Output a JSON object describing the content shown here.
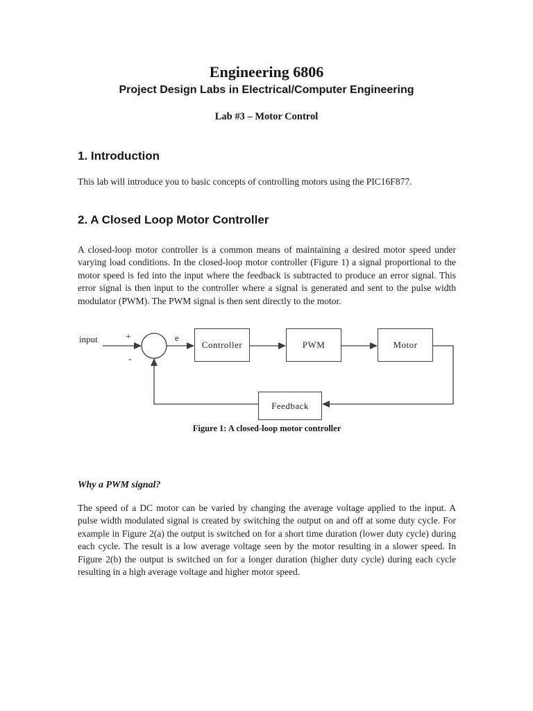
{
  "page": {
    "title": "Engineering 6806",
    "subtitle": "Project Design Labs in Electrical/Computer Engineering",
    "lab_title": "Lab #3 – Motor Control"
  },
  "sections": {
    "introduction": {
      "heading": "1. Introduction",
      "body": "This lab will introduce you to basic concepts of controlling motors using the PIC16F877."
    },
    "closed_loop": {
      "heading": "2. A Closed Loop Motor Controller",
      "body": "A closed-loop motor controller is a common means of maintaining a desired motor speed under varying load conditions. In the closed-loop motor controller (Figure 1) a signal proportional to the motor speed is fed into the input where the feedback is subtracted to produce an error signal. This error signal is then input to the controller where a signal is generated and sent to the pulse width modulator (PWM). The PWM signal is then sent directly to the motor."
    },
    "why_pwm": {
      "heading": "Why a PWM signal?",
      "body": "The speed of a DC motor can be varied by changing the average voltage applied to the input. A pulse width modulated signal is created by switching the output on and off at some duty cycle. For example in Figure 2(a) the output is switched on for a short time duration (lower duty cycle) during each cycle. The result is a low average voltage seen by the motor resulting in a slower speed. In Figure 2(b) the output is switched on for a longer duration (higher duty cycle) during each cycle resulting in a high average voltage and higher motor speed."
    }
  },
  "figure1": {
    "input_label": "input",
    "plus_sign": "+",
    "minus_sign": "-",
    "error_label": "e",
    "blocks": {
      "controller": "Controller",
      "pwm": "PWM",
      "motor": "Motor",
      "feedback": "Feedback"
    },
    "caption": "Figure 1: A closed-loop motor controller"
  },
  "colors": {
    "background": "#ffffff",
    "text": "#1b1b1b",
    "diagram_stroke": "#3d3d3d"
  }
}
